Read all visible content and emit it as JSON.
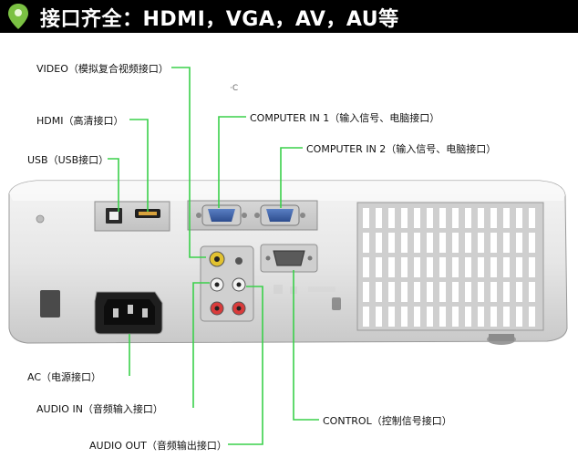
{
  "banner": {
    "title": "接口齐全：HDMI，VGA，AV，AU等",
    "accent": "#7bc143"
  },
  "labels": {
    "video": "VIDEO（模拟复合视频接口）",
    "hdmi": "HDMI（高清接口）",
    "usb": "USB（USB接口）",
    "computer_in_1": "COMPUTER IN 1（输入信号、电脑接口）",
    "computer_in_2": "COMPUTER IN 2（输入信号、电脑接口）",
    "ac": "AC（电源接口）",
    "audio_in": "AUDIO IN（音频输入接口）",
    "audio_out": "AUDIO OUT（音频输出接口）",
    "control": "CONTROL（控制信号接口）"
  },
  "leader_color": "#3ad04a",
  "stray_mark": "·C"
}
